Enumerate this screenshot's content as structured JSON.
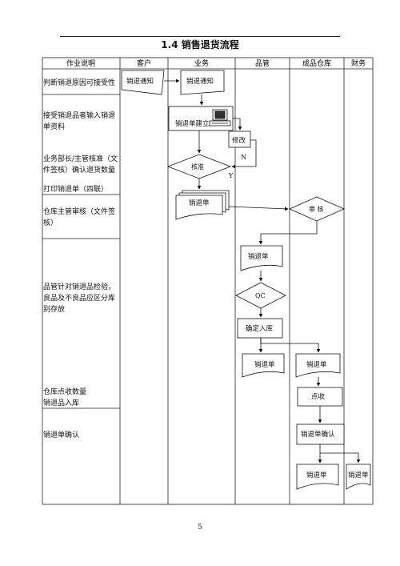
{
  "title": "1.4 销售退货流程",
  "columns": {
    "description": "作业说明",
    "customer": "客户",
    "business": "业务",
    "quality": "品管",
    "warehouse": "成品仓库",
    "finance": "财务"
  },
  "steps": {
    "s1": "判断销退原因可接受性",
    "s2": "接受销退品者输入销退单资料",
    "s3": "业务部长/主管核准（文件签核）确认退货数量",
    "s4": "打印销退单（四联）",
    "s5": "仓库主管审核（文件签核）",
    "s6": "品管针对销退品检验，良品及不良品应区分库别存放",
    "s7": "仓库点收数量",
    "s8": "销退品入库",
    "s9": "销退单确认"
  },
  "nodes": {
    "customer_notice": "销退通知",
    "business_notice": "销退通知",
    "create_slip": "销退单建立",
    "modify": "修改",
    "approve": "核准",
    "print_slip": "销退单",
    "review": "审 核",
    "qc_slip": "销退单",
    "qc": "QC",
    "confirm_stock": "确定入库",
    "qc_slip_copy": "销退单",
    "wh_slip": "销退单",
    "count": "点收",
    "slip_confirm": "销退单确认",
    "wh_slip_final": "销退单",
    "finance_slip": "销退单"
  },
  "branch_labels": {
    "no": "N",
    "yes": "Y"
  },
  "page_number": "5"
}
